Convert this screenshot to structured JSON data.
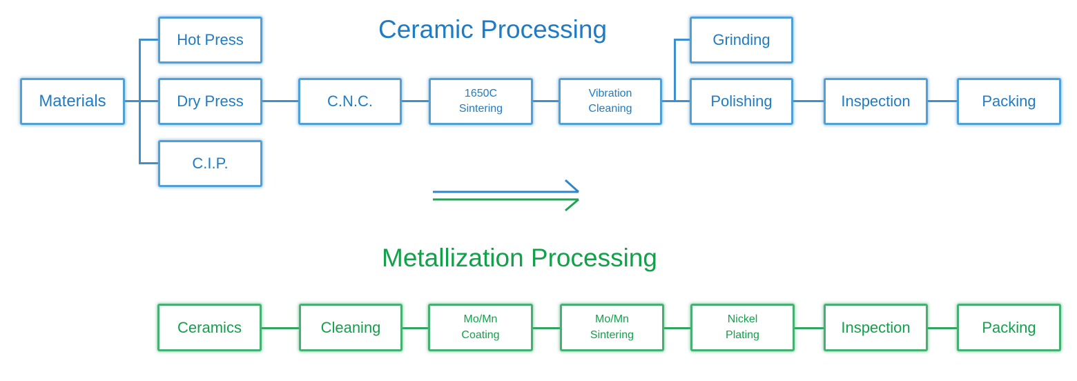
{
  "colors": {
    "ceramic": "#1e7bc4",
    "ceramic_border": "#4f9fd9",
    "metallization": "#12a04a",
    "metallization_border": "#45b072"
  },
  "ceramic": {
    "title": "Ceramic Processing",
    "steps": {
      "materials": "Materials",
      "hot_press": "Hot Press",
      "dry_press": "Dry Press",
      "cip": "C.I.P.",
      "cnc": "C.N.C.",
      "sintering": [
        "1650C",
        "Sintering"
      ],
      "vibration_cleaning": [
        "Vibration",
        "Cleaning"
      ],
      "grinding": "Grinding",
      "polishing": "Polishing",
      "inspection": "Inspection",
      "packing": "Packing"
    }
  },
  "flow_arrow": "double-arrow-right-icon",
  "metallization": {
    "title": "Metallization Processing",
    "steps": {
      "ceramics": "Ceramics",
      "cleaning": "Cleaning",
      "mo_mn_coating": [
        "Mo/Mn",
        "Coating"
      ],
      "mo_mn_sintering": [
        "Mo/Mn",
        "Sintering"
      ],
      "nickel_plating": [
        "Nickel",
        "Plating"
      ],
      "inspection": "Inspection",
      "packing": "Packing"
    }
  }
}
